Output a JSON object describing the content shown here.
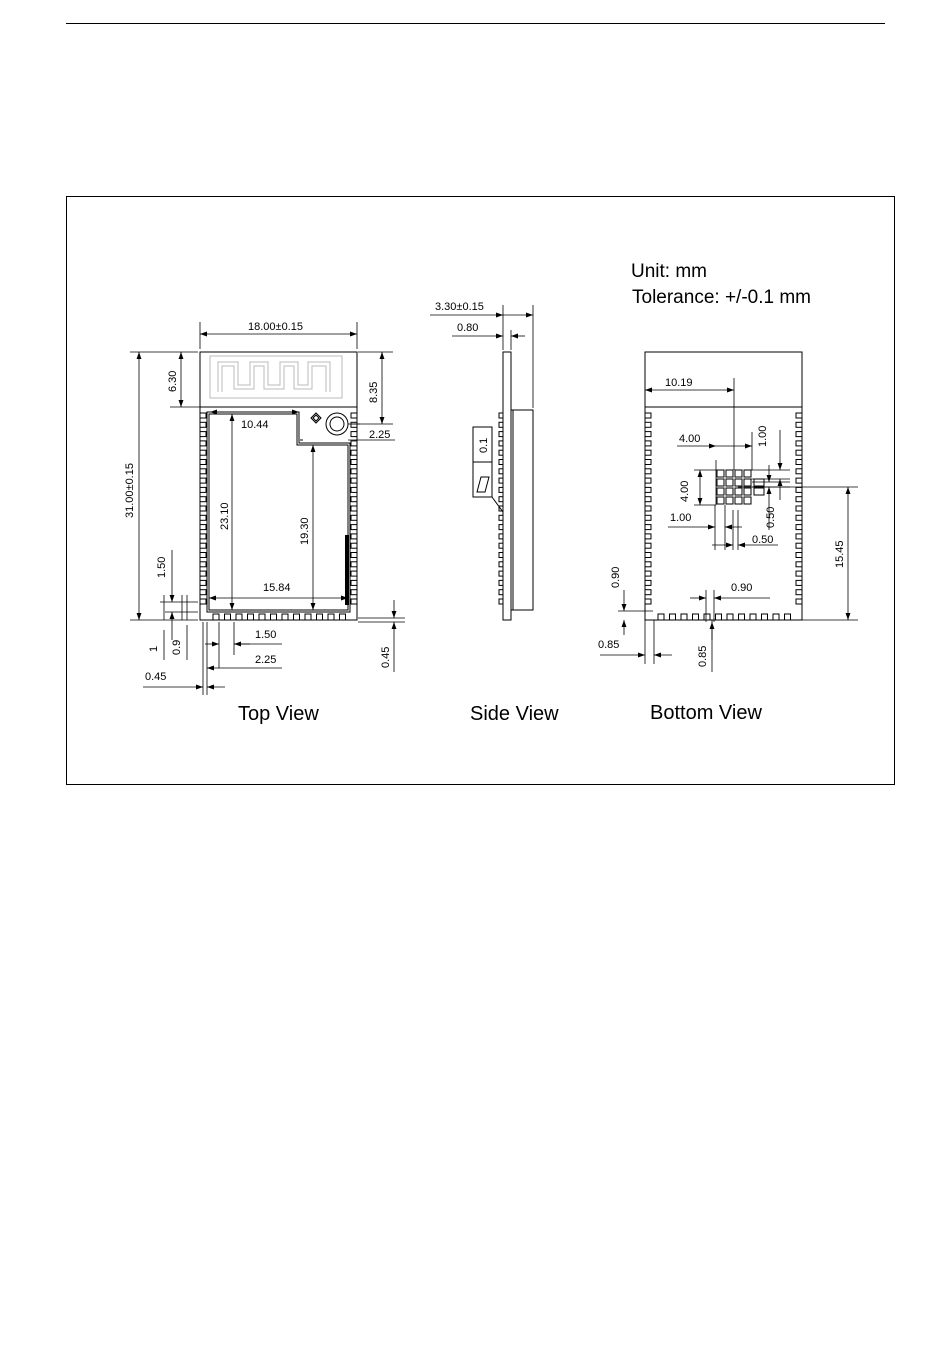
{
  "notes": {
    "unit": "Unit: mm",
    "tolerance": "Tolerance: +/-0.1 mm"
  },
  "captions": {
    "top_view": "Top View",
    "side_view": "Side View",
    "bottom_view": "Bottom View"
  },
  "top_view": {
    "width": "18.00±0.15",
    "height": "31.00±0.15",
    "antenna_height": "6.30",
    "antenna_to_shield": "8.35",
    "shield_tab_width": "10.44",
    "corner_offset": "2.25",
    "shield_height": "23.10",
    "shield_right_height": "19.30",
    "shield_width": "15.84",
    "pin_pitch_vertical": "1.50",
    "pad_1": "1",
    "pad_09": "0.9",
    "pin_pitch": "1.50",
    "first_pin_offset": "2.25",
    "pad_width_left": "0.45",
    "pad_width_right": "0.45"
  },
  "side_view": {
    "thickness": "3.30±0.15",
    "pcb_thickness": "0.80",
    "gap": "0.1"
  },
  "bottom_view": {
    "center_offset": "10.19",
    "grid_width": "4.00",
    "pad_size": "1.00",
    "grid_height": "4.00",
    "pad_size_left": "1.00",
    "gap_vertical": "0.50",
    "gap_horizontal": "0.50",
    "bottom_pad_height": "0.90",
    "bottom_pad_width": "0.90",
    "left_margin": "0.85",
    "bottom_margin": "0.85",
    "center_height": "15.45"
  }
}
